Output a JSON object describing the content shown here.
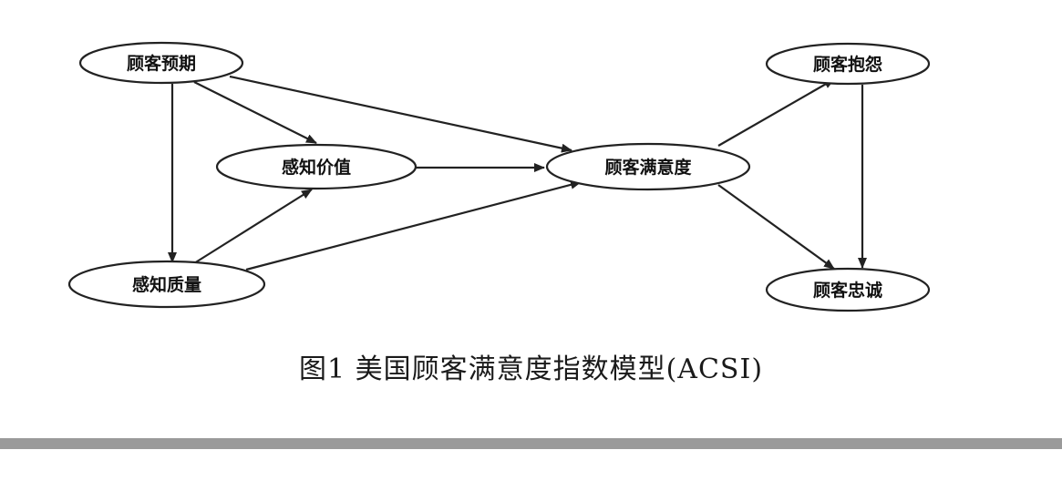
{
  "diagram": {
    "nodes": [
      {
        "id": "expectation",
        "label": "顾客预期"
      },
      {
        "id": "value",
        "label": "感知价值"
      },
      {
        "id": "quality",
        "label": "感知质量"
      },
      {
        "id": "satisfaction",
        "label": "顾客满意度"
      },
      {
        "id": "complaint",
        "label": "顾客抱怨"
      },
      {
        "id": "loyalty",
        "label": "顾客忠诚"
      }
    ],
    "edges": [
      {
        "from": "expectation",
        "to": "quality"
      },
      {
        "from": "expectation",
        "to": "value"
      },
      {
        "from": "expectation",
        "to": "satisfaction"
      },
      {
        "from": "quality",
        "to": "value"
      },
      {
        "from": "quality",
        "to": "satisfaction"
      },
      {
        "from": "value",
        "to": "satisfaction"
      },
      {
        "from": "satisfaction",
        "to": "complaint"
      },
      {
        "from": "satisfaction",
        "to": "loyalty"
      },
      {
        "from": "complaint",
        "to": "loyalty"
      }
    ]
  },
  "caption": "图1  美国顾客满意度指数模型(ACSI)"
}
